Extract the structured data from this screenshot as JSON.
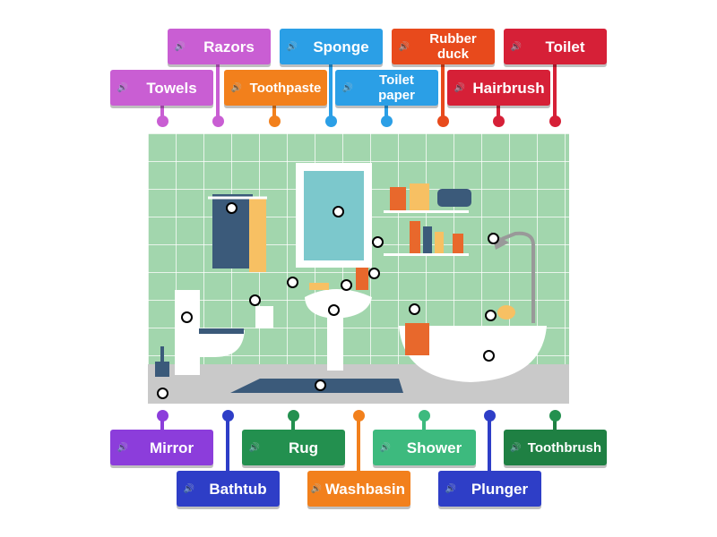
{
  "top_labels": [
    {
      "text": "Razors",
      "color": "#c95ed3"
    },
    {
      "text": "Sponge",
      "color": "#2b9fe6"
    },
    {
      "text": "Rubber duck",
      "color": "#e84a1c"
    },
    {
      "text": "Toilet",
      "color": "#d62037"
    },
    {
      "text": "Towels",
      "color": "#c95ed3"
    },
    {
      "text": "Toothpaste",
      "color": "#f2801c"
    },
    {
      "text": "Toilet paper",
      "color": "#2b9fe6"
    },
    {
      "text": "Hairbrush",
      "color": "#d62037"
    }
  ],
  "bottom_labels": [
    {
      "text": "Mirror",
      "color": "#8c3ddb"
    },
    {
      "text": "Rug",
      "color": "#23904f"
    },
    {
      "text": "Shower",
      "color": "#3dba7e"
    },
    {
      "text": "Toothbrush",
      "color": "#1f8043"
    },
    {
      "text": "Bathtub",
      "color": "#2e3ec7"
    },
    {
      "text": "Washbasin",
      "color": "#f2801c"
    },
    {
      "text": "Plunger",
      "color": "#2e3ec7"
    }
  ],
  "top_pins": [
    "#c95ed3",
    "#c95ed3",
    "#f2801c",
    "#2b9fe6",
    "#2b9fe6",
    "#e84a1c",
    "#d62037",
    "#d62037"
  ],
  "bottom_pins": [
    "#8c3ddb",
    "#2e3ec7",
    "#23904f",
    "#f2801c",
    "#3dba7e",
    "#2e3ec7",
    "#23904f"
  ],
  "speaker_icon": "speaker-icon"
}
